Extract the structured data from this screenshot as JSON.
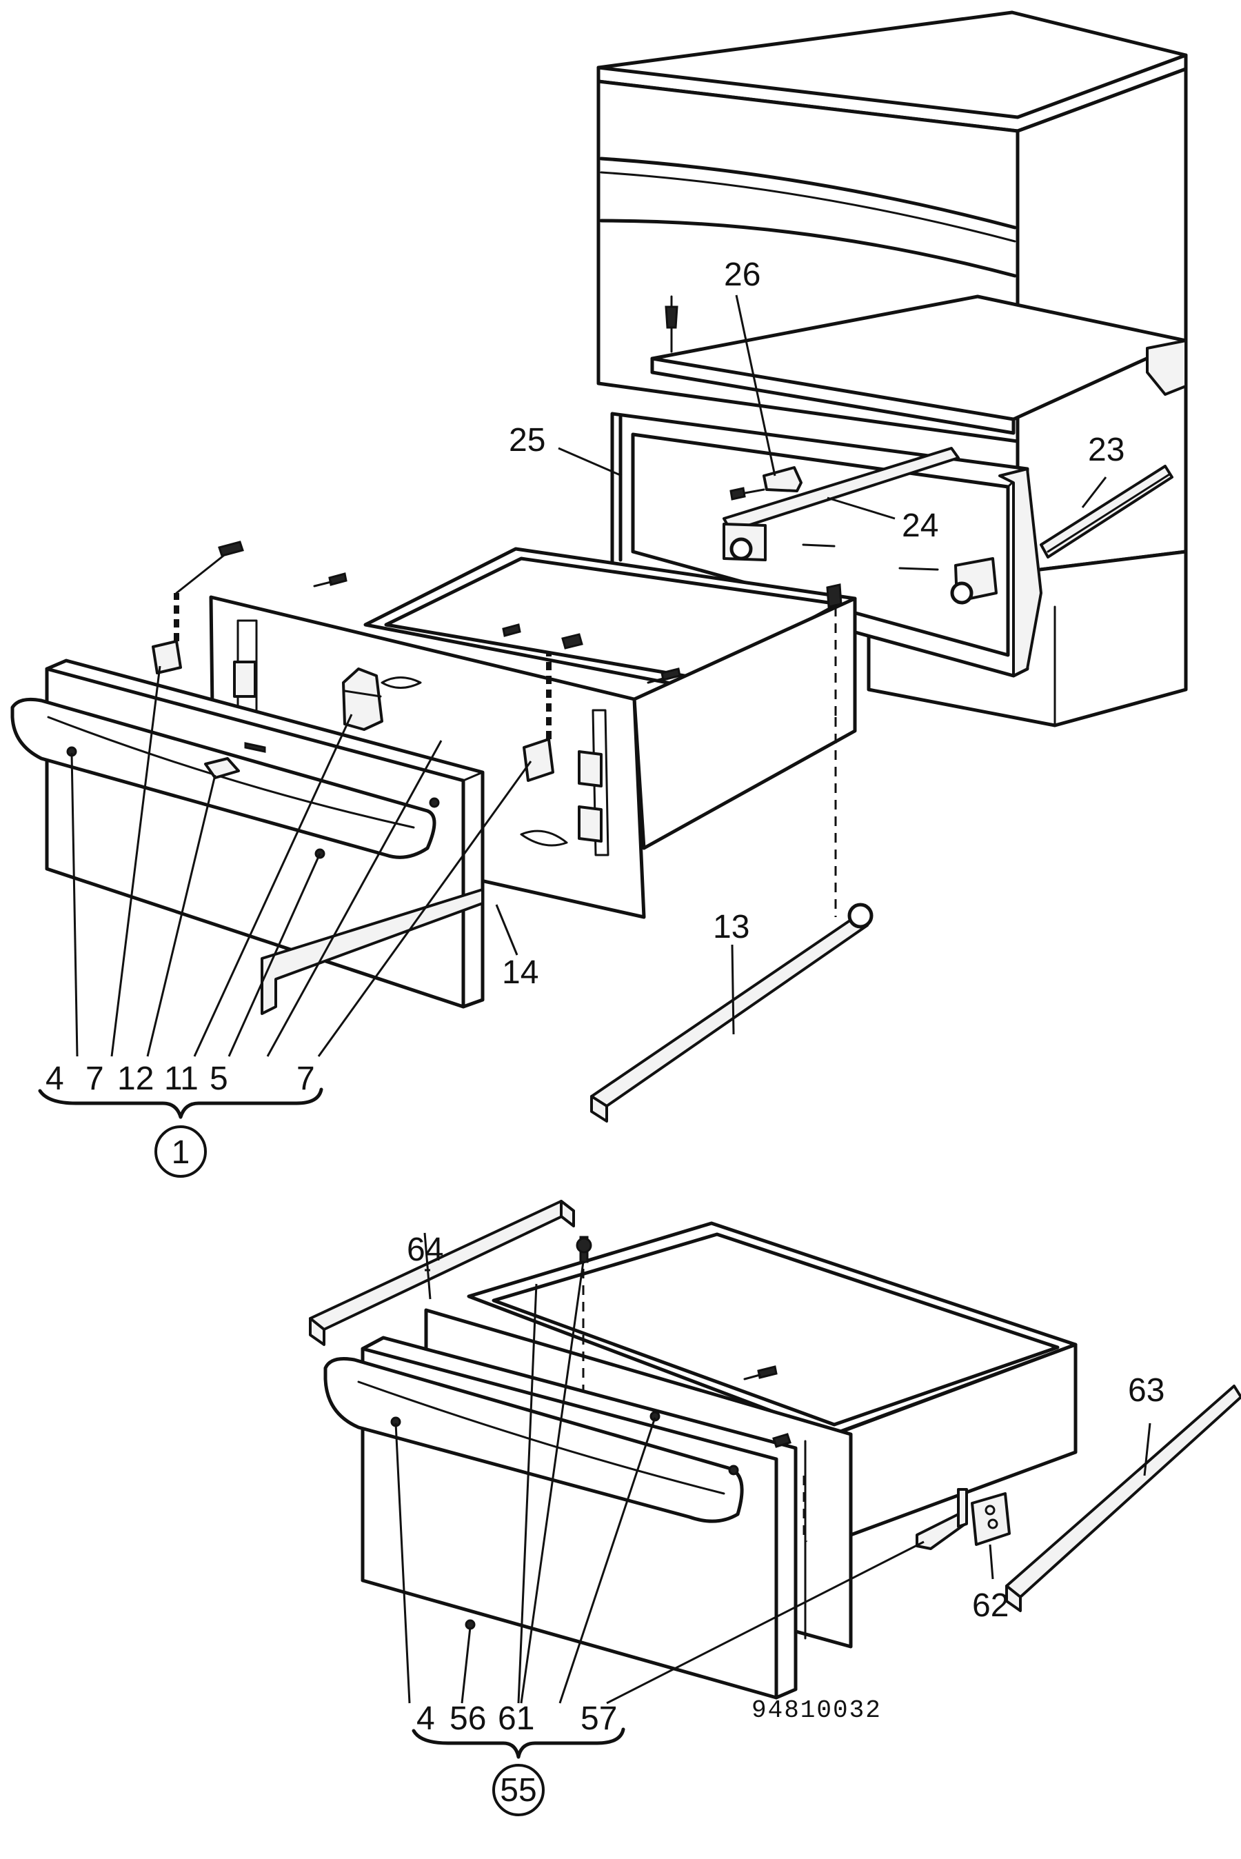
{
  "diagram": {
    "drawing_number": "94810032",
    "top_assembly": {
      "group_id": "1",
      "group_parts": [
        "4",
        "7",
        "12",
        "11",
        "5",
        "7"
      ],
      "callouts": {
        "p26": "26",
        "p25": "25",
        "p23": "23",
        "p24": "24",
        "p13": "13",
        "p14": "14"
      }
    },
    "bottom_assembly": {
      "group_id": "55",
      "group_parts": [
        "4",
        "56",
        "61",
        "57"
      ],
      "callouts": {
        "p64": "64",
        "p63": "63",
        "p62": "62"
      }
    }
  }
}
